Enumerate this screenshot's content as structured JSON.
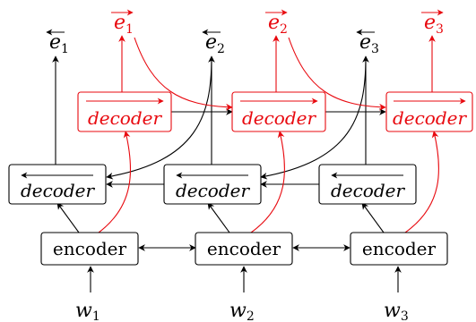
{
  "colors": {
    "black": "#000000",
    "red": "#e8090f"
  },
  "inputs": [
    {
      "base": "w",
      "sub": "1"
    },
    {
      "base": "w",
      "sub": "2"
    },
    {
      "base": "w",
      "sub": "3"
    }
  ],
  "encoders": [
    "encoder",
    "encoder",
    "encoder"
  ],
  "backward_decoders": [
    "decoder",
    "decoder",
    "decoder"
  ],
  "forward_decoders": [
    "decoder",
    "decoder",
    "decoder"
  ],
  "backward_outputs": [
    {
      "base": "e",
      "sub": "1"
    },
    {
      "base": "e",
      "sub": "2"
    },
    {
      "base": "e",
      "sub": "3"
    }
  ],
  "forward_outputs": [
    {
      "base": "e",
      "sub": "1"
    },
    {
      "base": "e",
      "sub": "2"
    },
    {
      "base": "e",
      "sub": "3"
    }
  ]
}
